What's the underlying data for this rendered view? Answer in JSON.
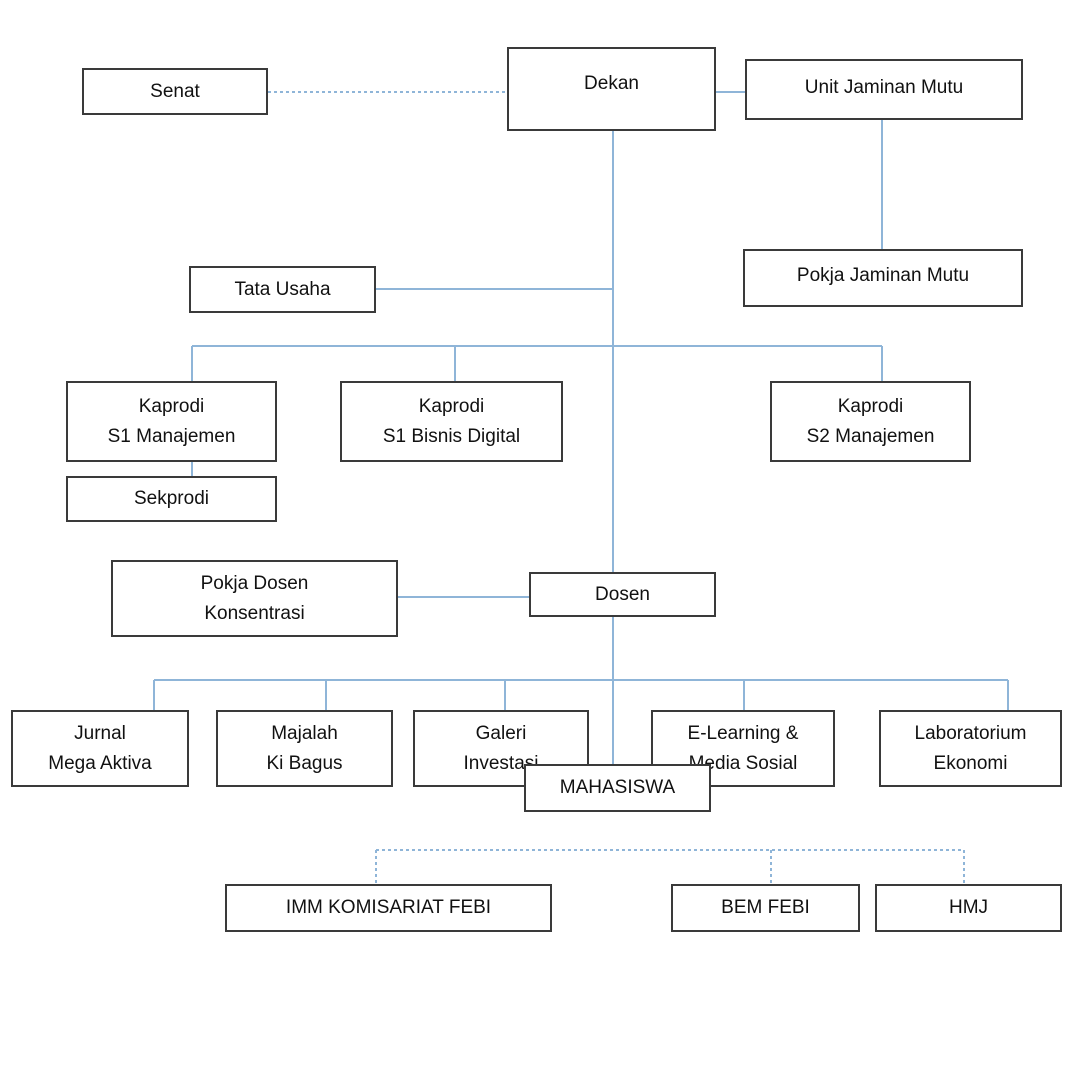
{
  "org_chart": {
    "line_color": "#8fb5d8",
    "box_border_color": "#3a3a3a",
    "nodes": {
      "senat": {
        "label": "Senat"
      },
      "dekan": {
        "label": "Dekan"
      },
      "unit_jaminan_mutu": {
        "label": "Unit Jaminan Mutu"
      },
      "pokja_jaminan_mutu": {
        "label": "Pokja Jaminan Mutu"
      },
      "tata_usaha": {
        "label": "Tata Usaha"
      },
      "kaprodi_s1_manajemen": {
        "line1": "Kaprodi",
        "line2": "S1 Manajemen"
      },
      "kaprodi_s1_bisnis_digital": {
        "line1": "Kaprodi",
        "line2": "S1 Bisnis Digital"
      },
      "kaprodi_s2_manajemen": {
        "line1": "Kaprodi",
        "line2": "S2 Manajemen"
      },
      "sekprodi": {
        "label": "Sekprodi"
      },
      "pokja_dosen_konsentrasi": {
        "line1": "Pokja Dosen",
        "line2": "Konsentrasi"
      },
      "dosen": {
        "label": "Dosen"
      },
      "jurnal_mega_aktiva": {
        "line1": "Jurnal",
        "line2": "Mega Aktiva"
      },
      "majalah_ki_bagus": {
        "line1": "Majalah",
        "line2": "Ki Bagus"
      },
      "galeri_investasi": {
        "line1": "Galeri",
        "line2": "Investasi"
      },
      "elearning_media_sosial": {
        "line1": "E-Learning &",
        "line2": "Media Sosial"
      },
      "laboratorium_ekonomi": {
        "line1": "Laboratorium",
        "line2": "Ekonomi"
      },
      "imm_komisariat_febi": {
        "label": "IMM KOMISARIAT FEBI"
      },
      "bem_febi": {
        "label": "BEM FEBI"
      },
      "hmj": {
        "label": "HMJ"
      },
      "mahasiswa": {
        "label": "MAHASISWA"
      }
    }
  }
}
